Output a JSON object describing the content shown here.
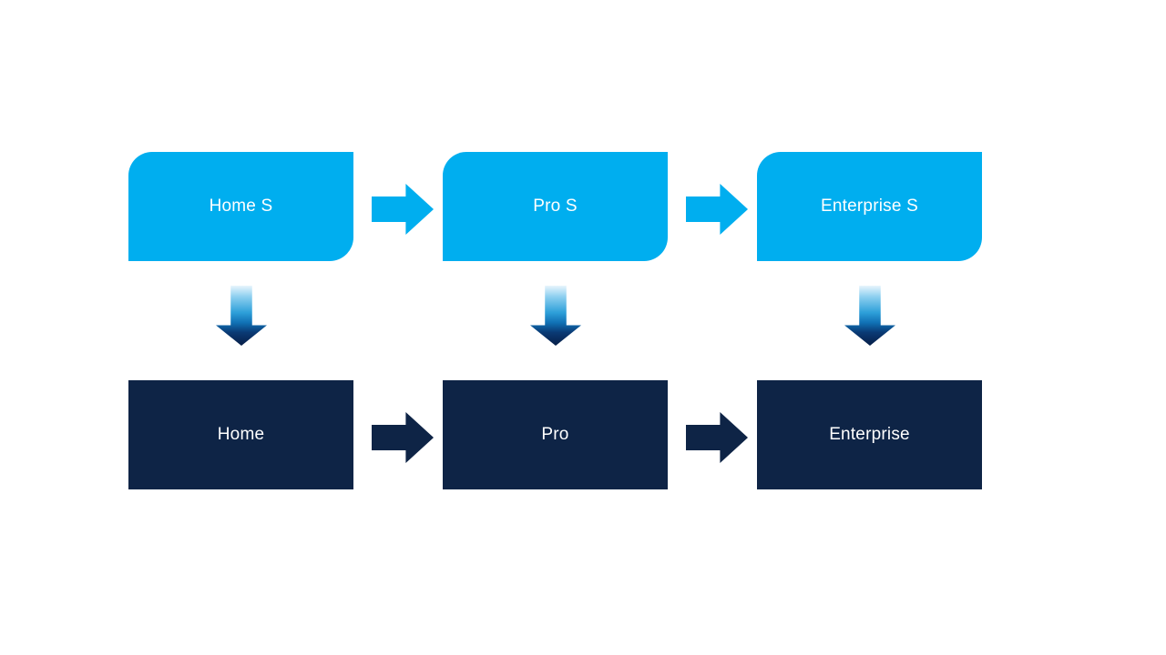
{
  "colors": {
    "background": "#FFFFFF",
    "light_blue": "#00AEEF",
    "dark_navy": "#0E2446",
    "text": "#FFFFFF",
    "glow_light": "#86D9FF",
    "glow_dark": "#9FB6D6",
    "v_arrow_top": "#E8F5FD",
    "v_arrow_light": "#8FD0F0",
    "v_arrow_mid": "#2D9FD9",
    "v_arrow_deep": "#1070B4",
    "v_arrow_dark": "#0A3A74",
    "v_arrow_tip": "#071E47"
  },
  "nodes": {
    "top": [
      {
        "label": "Home S"
      },
      {
        "label": "Pro S"
      },
      {
        "label": "Enterprise S"
      }
    ],
    "bottom": [
      {
        "label": "Home"
      },
      {
        "label": "Pro"
      },
      {
        "label": "Enterprise"
      }
    ]
  }
}
